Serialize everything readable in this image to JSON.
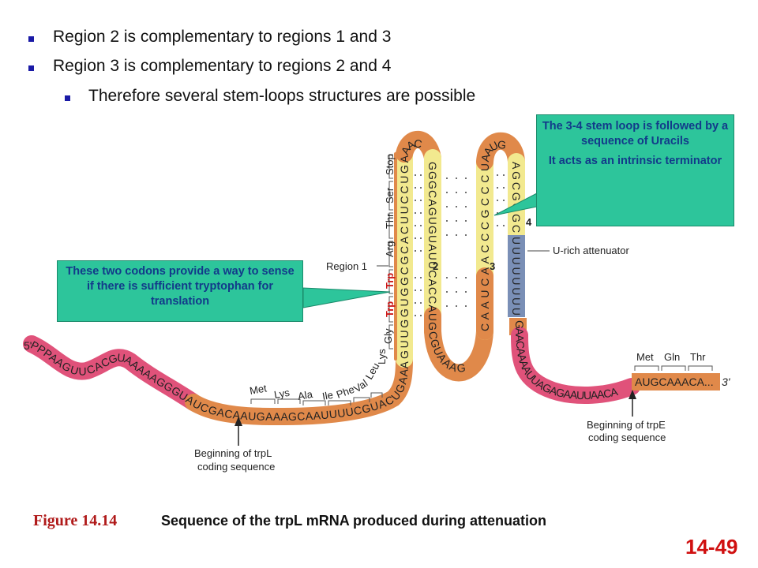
{
  "bullets": [
    "Region 2 is complementary to regions 1 and 3",
    "Region 3 is complementary to regions 2 and 4",
    "Therefore several stem-loops structures are possible"
  ],
  "callouts": {
    "stem_loop_line1": "The 3-4 stem loop is followed by a sequence of Uracils",
    "stem_loop_line2": "It acts as an intrinsic terminator",
    "codons": "These two codons provide a way to sense if there is sufficient tryptophan for translation"
  },
  "diagram": {
    "five_prime": "5'",
    "three_prime": "3'",
    "seq_left": "PPPAAGUUCACGUAAAAAGGGUAUCGACAAUGAAAGCAAUUUUCGUACUGAAAG",
    "seq_region1": "GUUGGUGGCGCACUUCCUGA",
    "seq_loop1": "AAC",
    "seq_region2": "GGGCAGUGUAUUCACCAUG",
    "seq_loop2": "CGUAAAG",
    "seq_region3": "CAAUCAACCCGCCCU",
    "seq_loop3": "AAUG",
    "seq_region4": "AGCGGGC",
    "seq_uracils": "UUUUUUUU",
    "seq_right": "GAACAAAAUUAGAGAAUUAACA",
    "seq_trpE": "AUGCAAACA...",
    "amino_acids_left": [
      "Met",
      "Lys",
      "Ala",
      "Ile",
      "Phe",
      "Val",
      "Leu",
      "Lys",
      "Gly"
    ],
    "trp_codons": [
      "Trp",
      "Trp"
    ],
    "amino_acids_stem": [
      "Arg",
      "Thr",
      "Ser",
      "Stop"
    ],
    "amino_acids_trpE": [
      "Met",
      "Gln",
      "Thr"
    ],
    "region1_label": "Region 1",
    "region_labels": [
      "2",
      "3",
      "4"
    ],
    "u_rich_label": "U-rich attenuator",
    "trpL_start_line1": "Beginning of trpL",
    "trpL_start_line2": "coding sequence",
    "trpE_start_line1": "Beginning of trpE",
    "trpE_start_line2": "coding sequence"
  },
  "caption": {
    "figure": "Figure 14.14",
    "text": "Sequence of the trpL mRNA produced during attenuation"
  },
  "page_number": "14-49",
  "colors": {
    "backbone_red": "#e0527a",
    "backbone_orange": "#e0894a",
    "backbone_yellow": "#f2e98f",
    "uracil_blue": "#7a8fb6",
    "callout_green": "#2dc59b",
    "bullet_blue": "#1a1aa6",
    "trp_red": "#cc1a1a"
  }
}
